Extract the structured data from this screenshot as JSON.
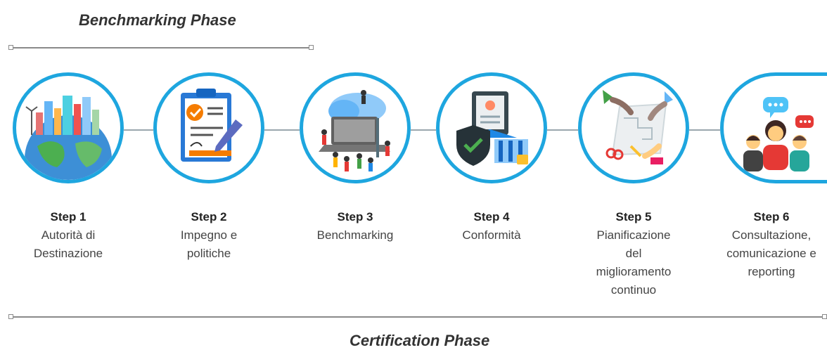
{
  "phases": {
    "benchmarking": "Benchmarking Phase",
    "certification": "Certification Phase"
  },
  "colors": {
    "circle_border": "#1ea6df",
    "line": "#8a8a8a"
  },
  "steps": [
    {
      "label": "Step 1",
      "desc": "Autorità di\nDestinazione",
      "icon": "globe-city-icon"
    },
    {
      "label": "Step 2",
      "desc": "Impegno e\npolitiche",
      "icon": "signed-document-icon"
    },
    {
      "label": "Step 3",
      "desc": "Benchmarking",
      "icon": "cloud-laptop-people-icon"
    },
    {
      "label": "Step 4",
      "desc": "Conformità",
      "icon": "shield-bank-icon"
    },
    {
      "label": "Step 5",
      "desc": "Pianificazione\ndel\nmiglioramento\ncontinuo",
      "icon": "hands-planning-icon"
    },
    {
      "label": "Step 6",
      "desc": "Consultazione,\ncomunicazione e\nreporting",
      "icon": "people-chat-icon"
    }
  ]
}
